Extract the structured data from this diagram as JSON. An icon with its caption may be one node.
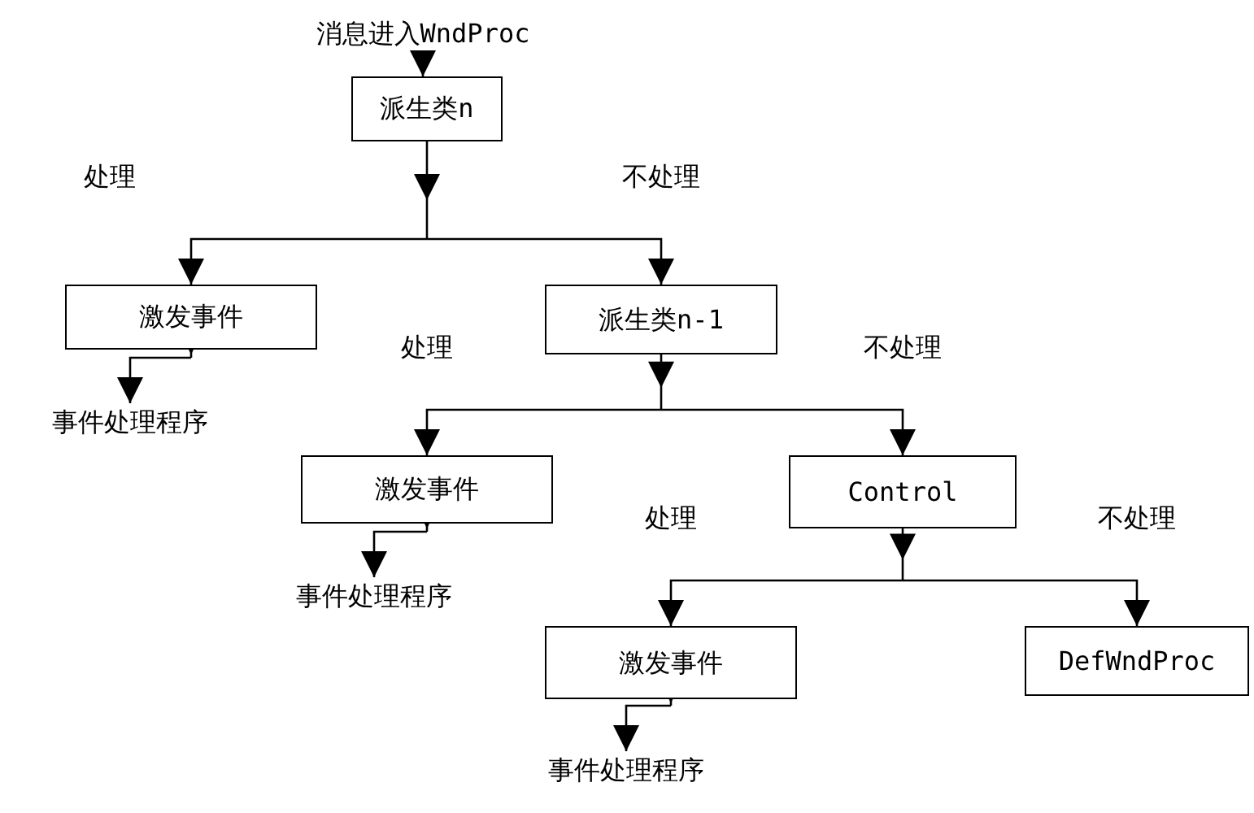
{
  "diagram": {
    "nodes": [
      {
        "text": [
          "消息进入WndProc"
        ]
      },
      {
        "text": [
          "派生类n"
        ]
      },
      {
        "text": [
          "激发事件"
        ]
      },
      {
        "text": [
          "事件处理程序"
        ]
      },
      {
        "text": [
          "派生类n-1"
        ]
      },
      {
        "text": [
          "激发事件"
        ]
      },
      {
        "text": [
          "事件处理程序"
        ]
      },
      {
        "text": [
          "Control"
        ]
      },
      {
        "text": [
          "激发事件"
        ]
      },
      {
        "text": [
          "事件处理程序"
        ]
      },
      {
        "text": [
          "DefWndProc"
        ]
      }
    ],
    "edges": [
      {
        "from": 0,
        "to": 1,
        "arrow": "to"
      },
      {
        "from": 1,
        "to": 2,
        "arrow": "to",
        "label": "处理"
      },
      {
        "from": 1,
        "to": 4,
        "arrow": "to",
        "label": "不处理"
      },
      {
        "from": 2,
        "to": 3,
        "arrow": "to"
      },
      {
        "from": 4,
        "to": 5,
        "arrow": "to",
        "label": "处理"
      },
      {
        "from": 4,
        "to": 7,
        "arrow": "to",
        "label": "不处理"
      },
      {
        "from": 5,
        "to": 6,
        "arrow": "to"
      },
      {
        "from": 7,
        "to": 8,
        "arrow": "to",
        "label": "处理"
      },
      {
        "from": 7,
        "to": 10,
        "arrow": "to",
        "label": "不处理"
      },
      {
        "from": 8,
        "to": 9,
        "arrow": "to"
      }
    ]
  }
}
